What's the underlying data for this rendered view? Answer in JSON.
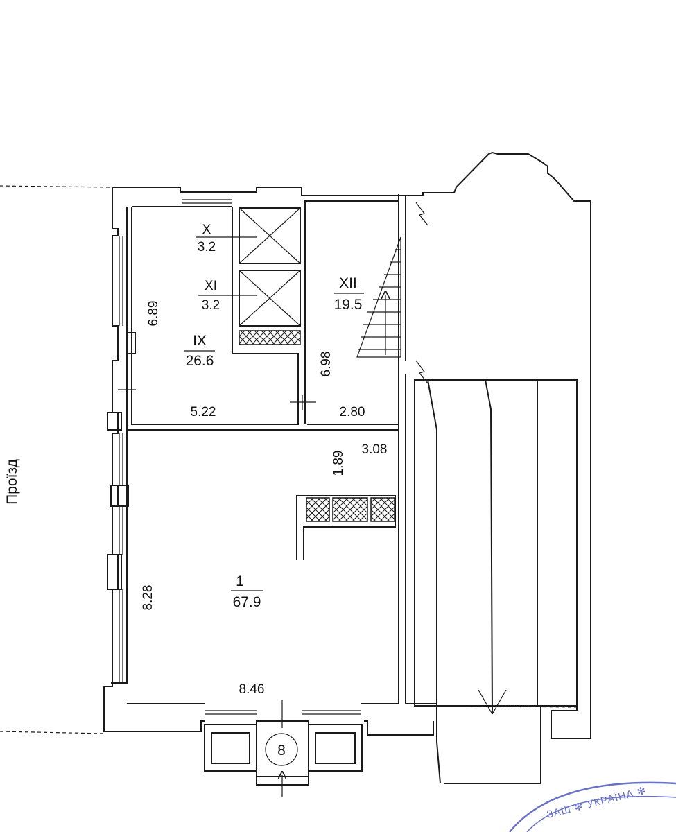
{
  "street_label": "Проїзд",
  "rooms": [
    {
      "id": "X",
      "area": "3.2"
    },
    {
      "id": "XI",
      "area": "3.2"
    },
    {
      "id": "IX",
      "area": "26.6"
    },
    {
      "id": "XII",
      "area": "19.5"
    },
    {
      "id": "1",
      "area": "67.9"
    }
  ],
  "dimensions": {
    "ix_height": "6.89",
    "ix_width": "5.22",
    "xii_height": "6.98",
    "xii_width": "2.80",
    "niche_width": "3.08",
    "niche_depth": "1.89",
    "room1_height": "8.28",
    "room1_width": "8.46"
  },
  "entrance_number": "8",
  "stamp_text": "ЗАШ ✻ УКРАЇНА ✻"
}
